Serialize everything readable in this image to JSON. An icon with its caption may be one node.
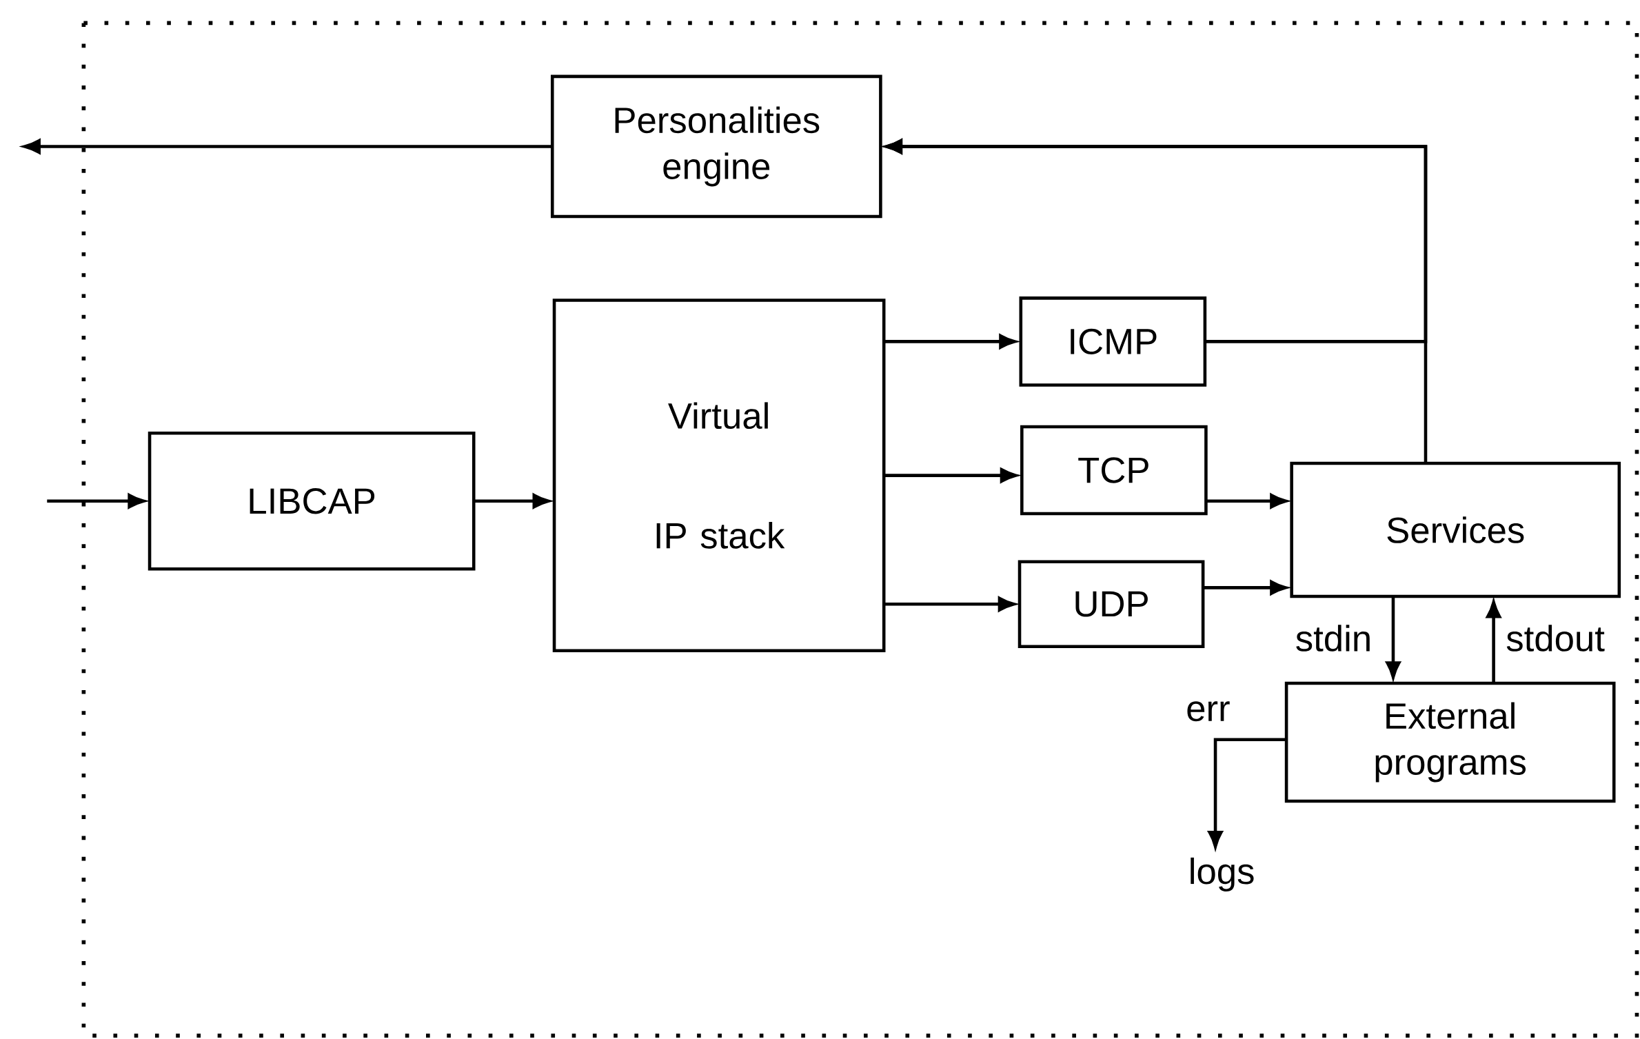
{
  "diagram": {
    "nodes": [
      {
        "text": [
          "Personalities engine"
        ]
      },
      {
        "text": [
          "LIBCAP"
        ]
      },
      {
        "text": [
          "Virtual IP stack"
        ]
      },
      {
        "text": [
          "ICMP"
        ]
      },
      {
        "text": [
          "TCP"
        ]
      },
      {
        "text": [
          "UDP"
        ]
      },
      {
        "text": [
          "Services"
        ]
      },
      {
        "text": [
          "External programs"
        ]
      },
      {
        "text": [
          "logs"
        ]
      }
    ],
    "edges": [
      {
        "from": null,
        "to": 1,
        "arrow": "to"
      },
      {
        "from": 1,
        "to": 2,
        "arrow": "to"
      },
      {
        "from": 2,
        "to": 3,
        "arrow": "to"
      },
      {
        "from": 2,
        "to": 4,
        "arrow": "to"
      },
      {
        "from": 2,
        "to": 5,
        "arrow": "to"
      },
      {
        "from": 3,
        "to": 0,
        "arrow": "to"
      },
      {
        "from": 6,
        "to": 0,
        "arrow": "to"
      },
      {
        "from": 4,
        "to": 6,
        "arrow": "to"
      },
      {
        "from": 5,
        "to": 6,
        "arrow": "to"
      },
      {
        "from": 6,
        "to": 7,
        "label": "stdin",
        "arrow": "to"
      },
      {
        "from": 7,
        "to": 6,
        "label": "stdout",
        "arrow": "to"
      },
      {
        "from": 7,
        "to": 8,
        "label": "err",
        "arrow": "to"
      },
      {
        "from": 0,
        "to": null,
        "arrow": "to"
      }
    ]
  }
}
